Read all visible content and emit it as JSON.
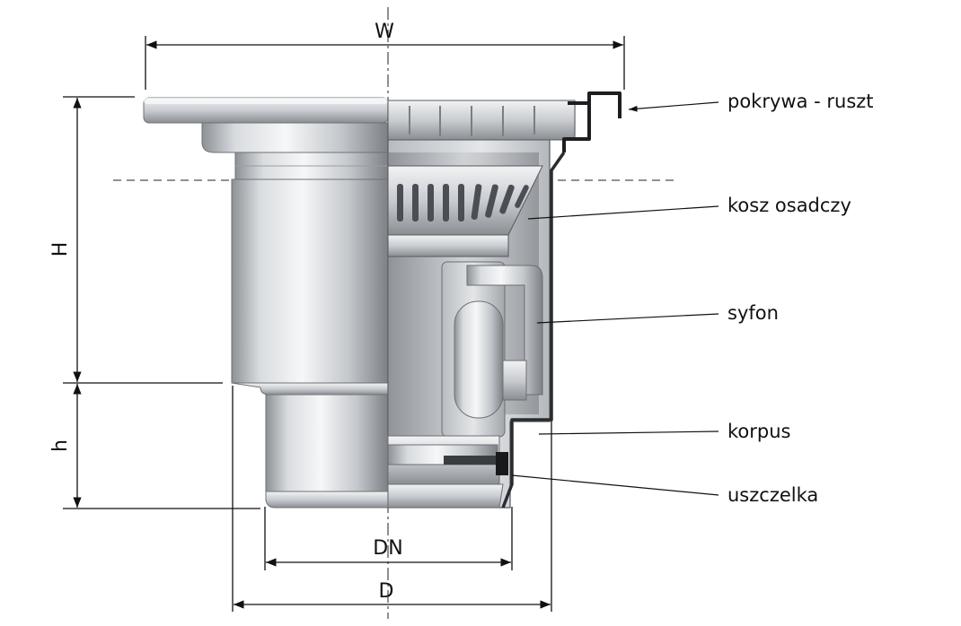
{
  "dimensions": {
    "width": "W",
    "height_total": "H",
    "height_lower": "h",
    "nominal_diameter": "DN",
    "outer_diameter": "D"
  },
  "callouts": [
    {
      "id": "grate",
      "label": "pokrywa - ruszt"
    },
    {
      "id": "basket",
      "label": "kosz osadczy"
    },
    {
      "id": "trap",
      "label": "syfon"
    },
    {
      "id": "body",
      "label": "korpus"
    },
    {
      "id": "seal",
      "label": "uszczelka"
    }
  ]
}
